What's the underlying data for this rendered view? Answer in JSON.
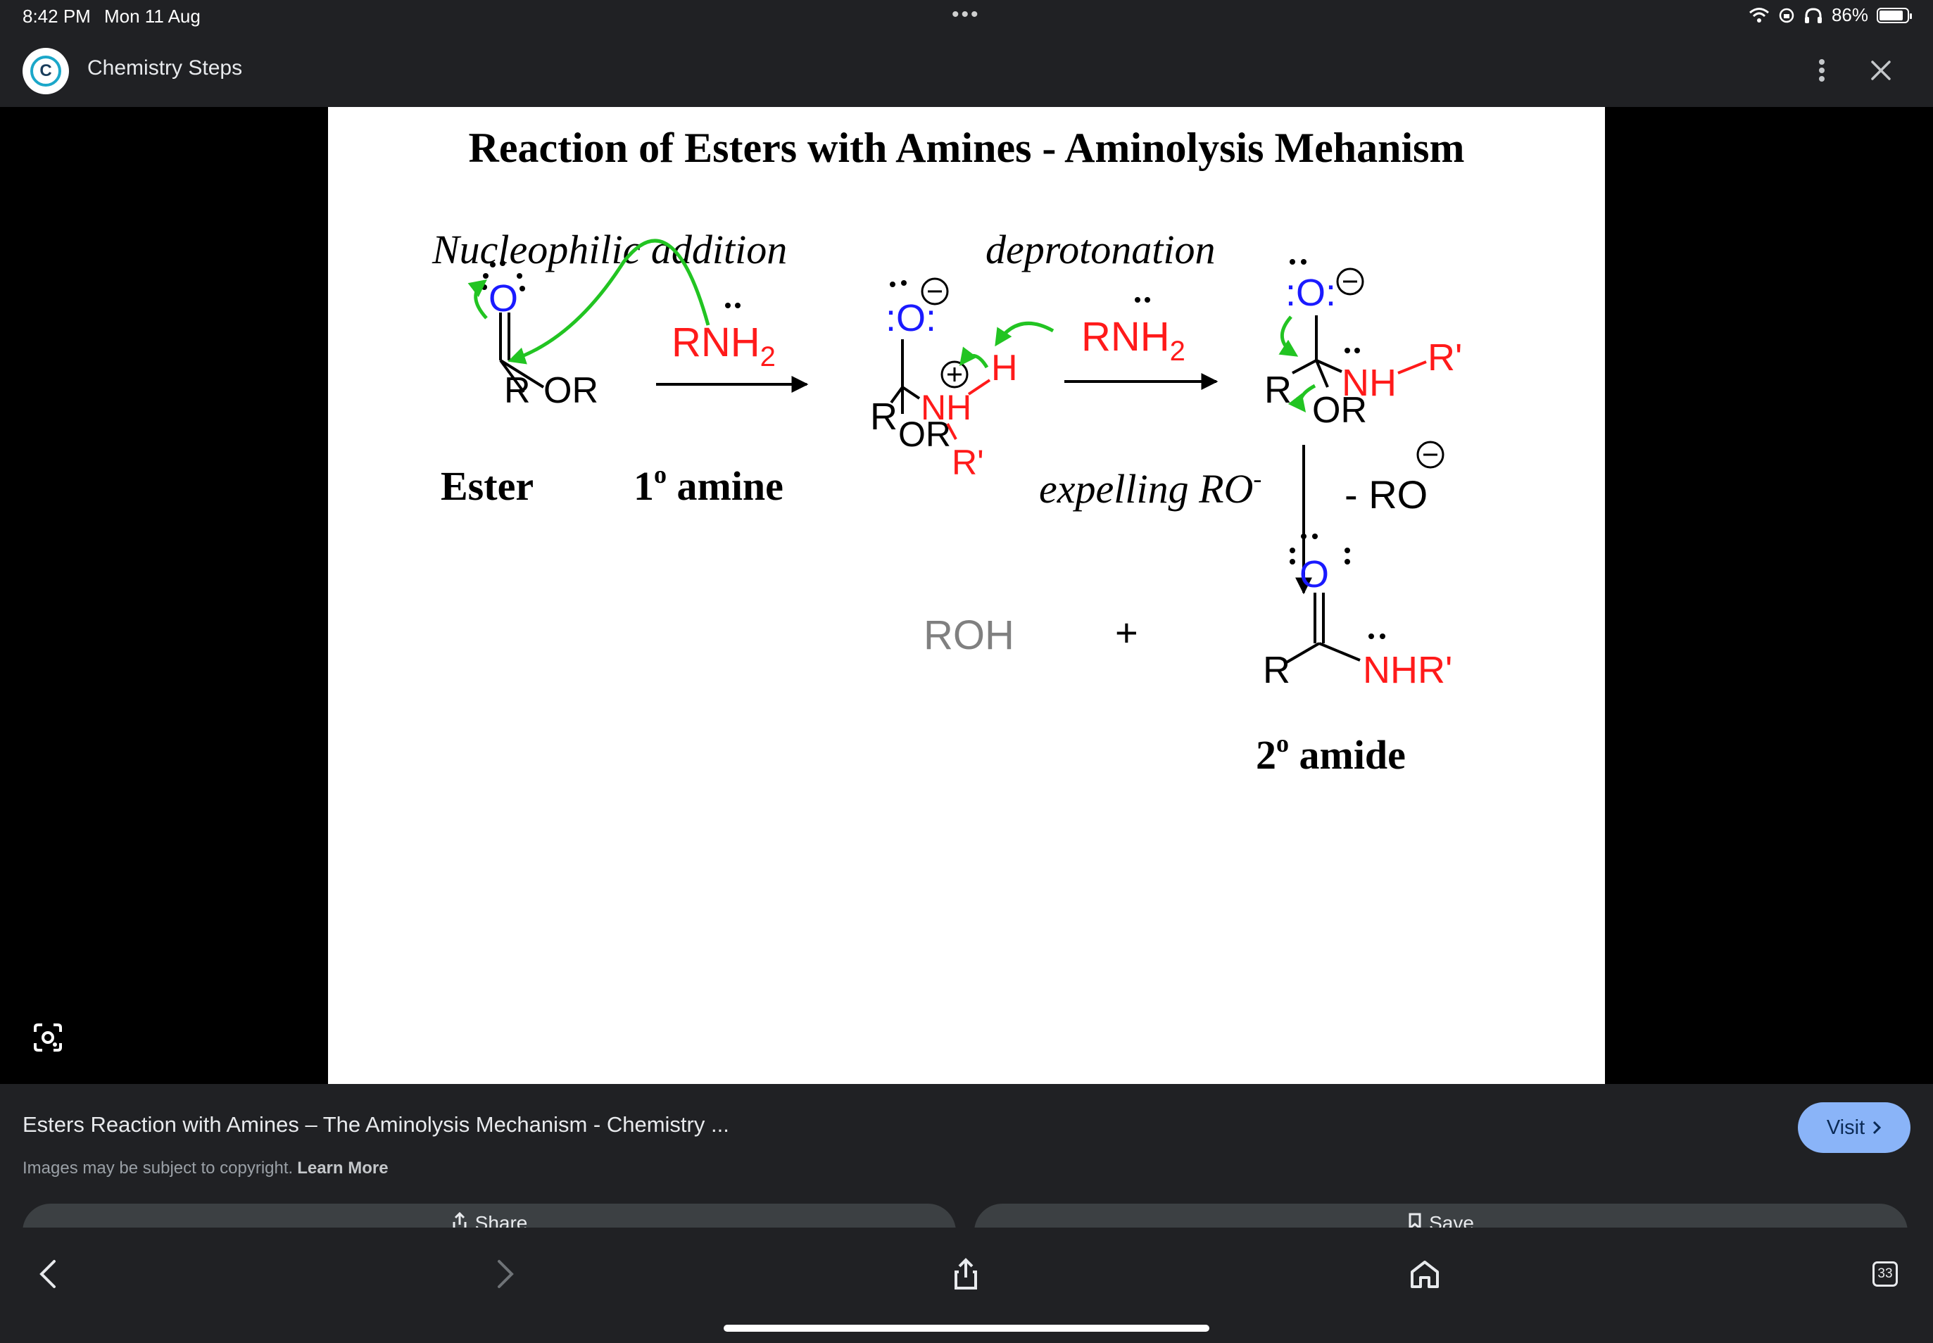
{
  "status_bar": {
    "time": "8:42 PM",
    "date": "Mon 11 Aug",
    "battery": "86%",
    "battery_level": 0.86
  },
  "header": {
    "site_name": "Chemistry Steps",
    "logo_letter": "C"
  },
  "figure": {
    "title": "Reaction of Esters with Amines - Aminolysis Mehanism",
    "step_nucleophilic": "Nucleophilic addition",
    "step_deprotonation": "deprotonation",
    "step_expelling": "expelling RO",
    "step_expelling_sup": "-",
    "ester_name": "Ester",
    "amine_name_num": "1",
    "amine_name_sup": "o",
    "amine_name_word": " amine",
    "amide_name_num": "2",
    "amide_name_sup": "o",
    "amide_name_word": " amide",
    "reagent_1": "RNH",
    "reagent_1_sub": "2",
    "reagent_2": "RNH",
    "reagent_2_sub": "2",
    "leaving": "- RO",
    "byproduct": "ROH",
    "plus": "+",
    "atom_O": "O",
    "atom_O_colon": ":O:",
    "atom_R": "R",
    "atom_OR": "OR",
    "atom_NH": "NH",
    "atom_H": "H",
    "atom_Rp": "R'",
    "atom_NHRp": "NHR'",
    "charge_minus": "−",
    "charge_plus": "+",
    "colors": {
      "oxygen": "#1a1aff",
      "nitrogen": "#ff1a1a",
      "arrow": "#22c422",
      "black": "#000000",
      "gray": "#808080"
    }
  },
  "info": {
    "result_title": "Esters Reaction with Amines – The Aminolysis Mechanism - Chemistry ...",
    "visit_label": "Visit",
    "copyright": "Images may be subject to copyright.",
    "learn_more": "Learn More",
    "share_label": "Share",
    "save_label": "Save"
  },
  "toolbar": {
    "tab_count": "33"
  },
  "icons": [
    "wifi-icon",
    "lock-rotation-icon",
    "headphones-icon",
    "battery-icon",
    "kebab-menu-icon",
    "close-icon",
    "google-lens-icon",
    "chevron-right-icon",
    "share-icon",
    "bookmark-icon",
    "back-icon",
    "forward-icon",
    "home-icon",
    "tabs-icon"
  ]
}
